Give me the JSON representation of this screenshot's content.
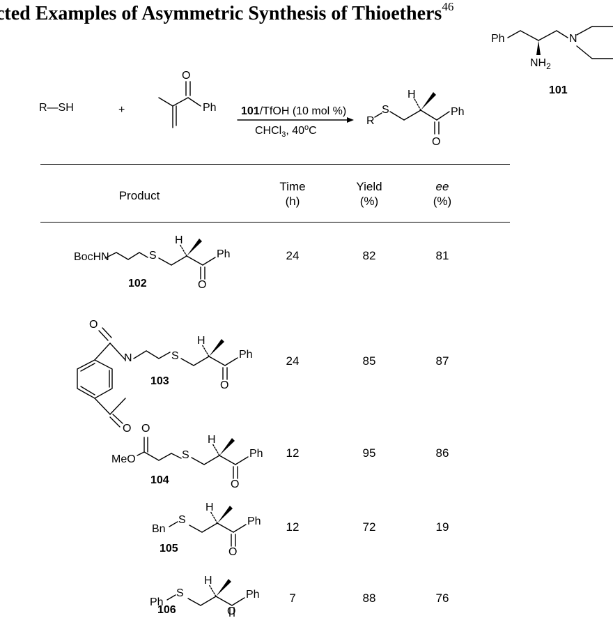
{
  "title": {
    "text": "cted Examples of Asymmetric Synthesis of Thioethers",
    "ref": "46"
  },
  "catalyst": {
    "id": "101",
    "ph": "Ph",
    "nh2": "NH",
    "nh2_sub": "2",
    "n": "N"
  },
  "scheme": {
    "thiol": "R—SH",
    "plus": "+",
    "enone_ph": "Ph",
    "enone_o": "O",
    "reagent_id": "101",
    "reagent_rest": "/TfOH (10 mol %)",
    "conditions": "CHCl",
    "conditions_sub": "3",
    "conditions_rest": ", 40",
    "conditions_sup": "o",
    "conditions_end": "C",
    "product_r": "R",
    "product_s": "S",
    "product_h": "H",
    "product_ph": "Ph",
    "product_o": "O"
  },
  "table": {
    "headers": {
      "product": "Product",
      "time": "Time",
      "time_unit": "(h)",
      "yield": "Yield",
      "yield_unit": "(%)",
      "ee": "ee",
      "ee_unit": "(%)"
    },
    "rows": [
      {
        "id": "102",
        "r_group": "BocHN",
        "time": "24",
        "yield": "82",
        "ee": "81"
      },
      {
        "id": "103",
        "r_group": "N",
        "time": "24",
        "yield": "85",
        "ee": "87"
      },
      {
        "id": "104",
        "r_group": "MeO",
        "time": "12",
        "yield": "95",
        "ee": "86"
      },
      {
        "id": "105",
        "r_group": "Bn",
        "time": "12",
        "yield": "72",
        "ee": "19"
      },
      {
        "id": "106",
        "r_group": "Ph",
        "time": "7",
        "yield": "88",
        "ee": "76"
      }
    ],
    "common": {
      "s": "S",
      "h": "H",
      "ph": "Ph",
      "o": "O"
    }
  }
}
